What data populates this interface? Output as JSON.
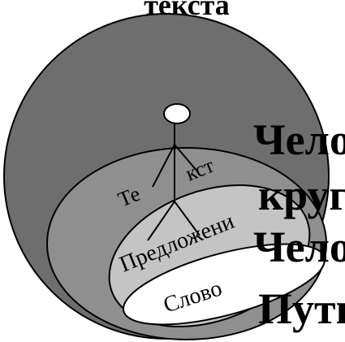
{
  "heading_fragment": "текста",
  "nested_levels": {
    "text": {
      "label_left": "Те",
      "label_right": "кст",
      "color": "#8f8f8f"
    },
    "sentence": {
      "label": "Предложени",
      "color": "#c4c4c4"
    },
    "word": {
      "label": "Слово",
      "color": "#ffffff"
    }
  },
  "outer_sphere": {
    "color": "#6e6e6e"
  },
  "right_text_lines": [
    "Чело",
    "круг",
    "Чело",
    "Путь"
  ]
}
